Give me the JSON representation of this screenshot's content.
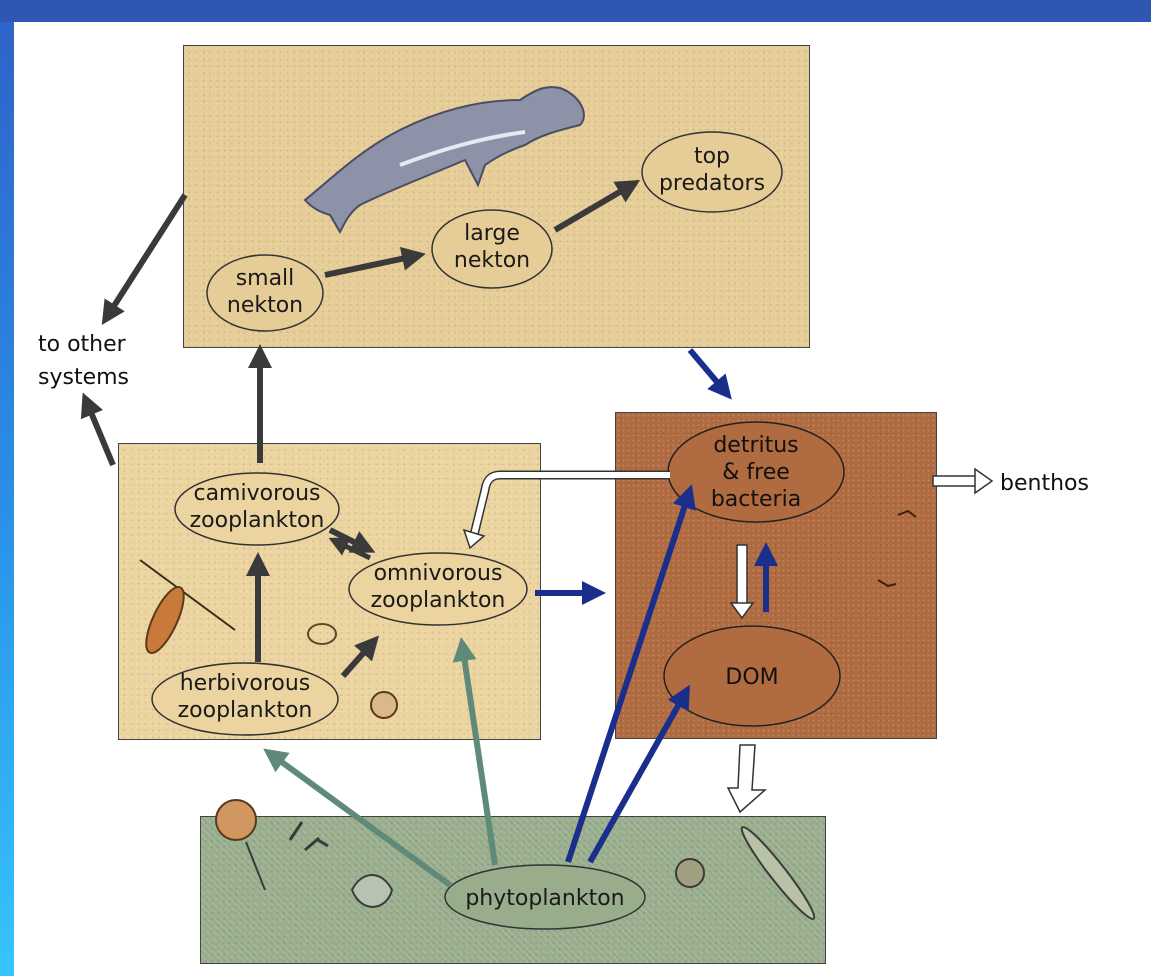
{
  "nodes": {
    "top_predators": [
      "top",
      "predators"
    ],
    "large_nekton": [
      "large",
      "nekton"
    ],
    "small_nekton": [
      "small",
      "nekton"
    ],
    "carnivorous_zooplankton": [
      "camivorous",
      "zooplankton"
    ],
    "omnivorous_zooplankton": [
      "omnivorous",
      "zooplankton"
    ],
    "herbivorous_zooplankton": [
      "herbivorous",
      "zooplankton"
    ],
    "detritus_bacteria": [
      "detritus",
      "& free",
      "bacteria"
    ],
    "dom": [
      "DOM"
    ],
    "phytoplankton": [
      "phytoplankton"
    ]
  },
  "side_labels": {
    "to_other_systems": [
      "to other",
      "systems"
    ],
    "benthos": "benthos"
  },
  "colors": {
    "nekton_box": "#e6cd97",
    "zooplankton_box": "#ebd4a0",
    "detritus_box": "#b06b40",
    "phytoplankton_box": "#98ad8c",
    "arrow_dark": "#3a3a3a",
    "arrow_blue": "#1a2e8c",
    "arrow_green": "#5f8a7a"
  }
}
